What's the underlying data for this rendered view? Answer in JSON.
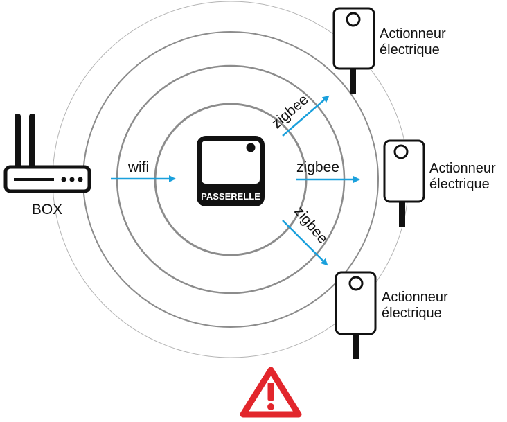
{
  "labels": {
    "box": "BOX",
    "wifi": "wifi",
    "gateway": "PASSERELLE",
    "zigbee_1": "zigbee",
    "zigbee_2": "zigbee",
    "zigbee_3": "zigbee"
  },
  "actuators": [
    {
      "line1": "Actionneur",
      "line2": "électrique"
    },
    {
      "line1": "Actionneur",
      "line2": "électrique"
    },
    {
      "line1": "Actionneur",
      "line2": "électrique"
    }
  ],
  "colors": {
    "arrow": "#1aa0dc",
    "ring": "#8c8c8c",
    "ring_outer": "#b4b4b4",
    "device_stroke": "#111111",
    "gateway_fill": "#111111",
    "warning": "#e2262c"
  },
  "icons": {
    "router": "router-icon",
    "gateway": "gateway-icon",
    "actuator": "actuator-icon",
    "warning": "warning-icon"
  }
}
